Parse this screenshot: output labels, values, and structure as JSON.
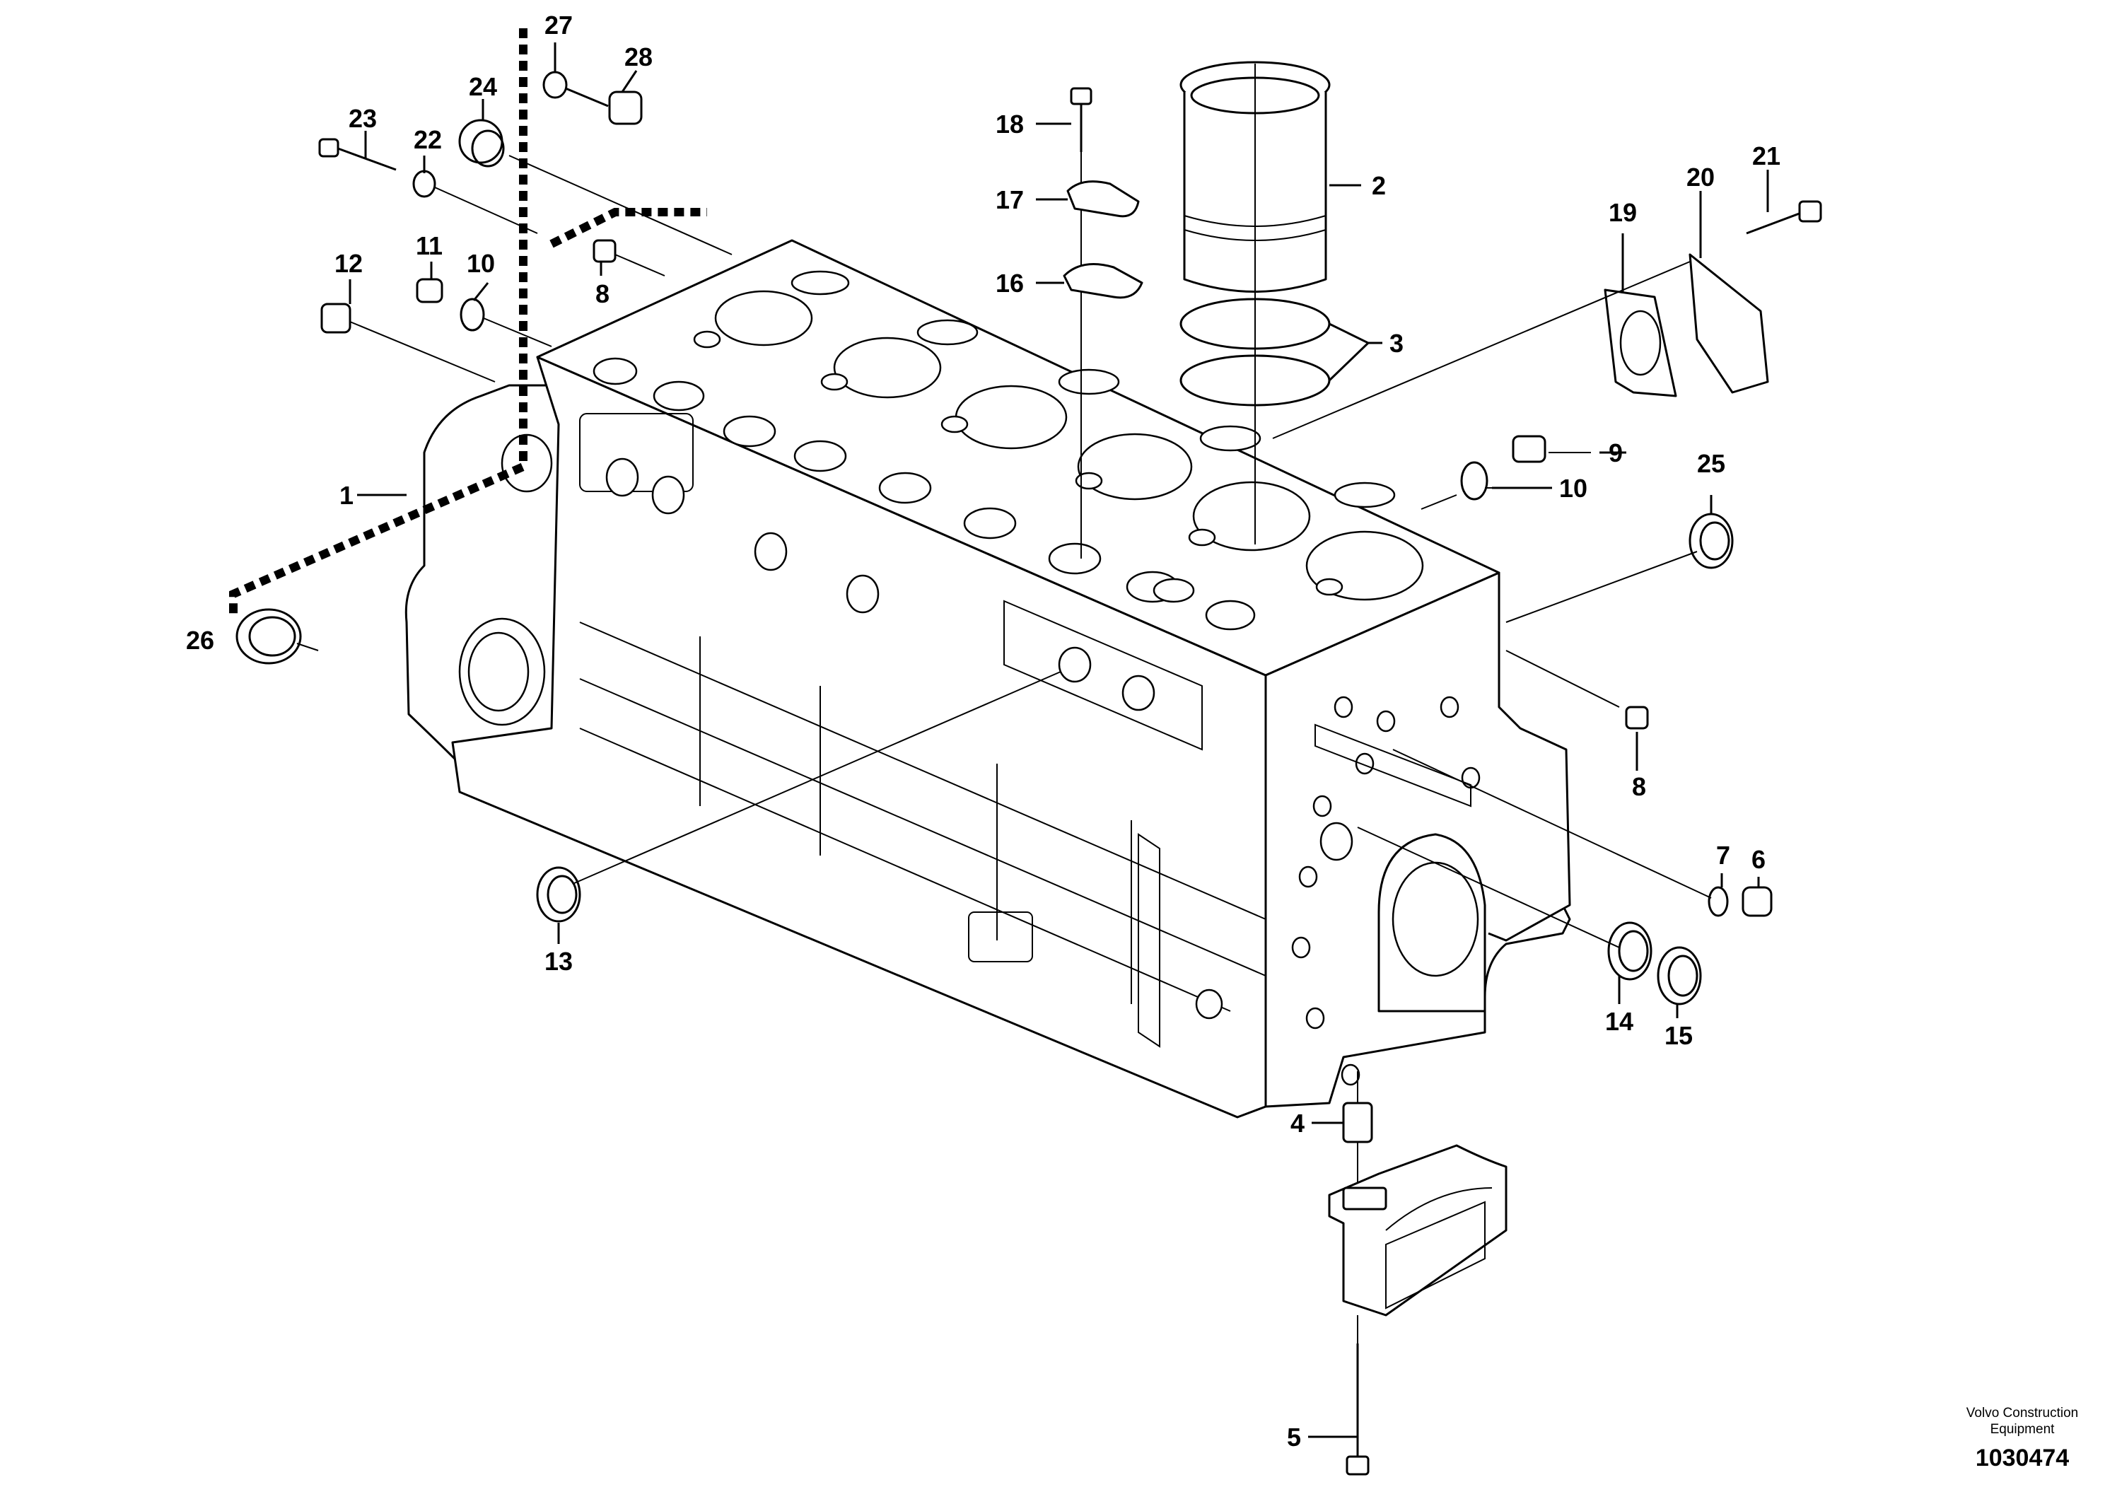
{
  "diagram": {
    "callouts": [
      {
        "id": "c1",
        "text": "1"
      },
      {
        "id": "c2",
        "text": "2"
      },
      {
        "id": "c3",
        "text": "3"
      },
      {
        "id": "c4",
        "text": "4"
      },
      {
        "id": "c5",
        "text": "5"
      },
      {
        "id": "c6",
        "text": "6"
      },
      {
        "id": "c7",
        "text": "7"
      },
      {
        "id": "c8a",
        "text": "8"
      },
      {
        "id": "c8b",
        "text": "8"
      },
      {
        "id": "c9",
        "text": "9"
      },
      {
        "id": "c10a",
        "text": "10"
      },
      {
        "id": "c10b",
        "text": "10"
      },
      {
        "id": "c11",
        "text": "11"
      },
      {
        "id": "c12",
        "text": "12"
      },
      {
        "id": "c13",
        "text": "13"
      },
      {
        "id": "c14",
        "text": "14"
      },
      {
        "id": "c15",
        "text": "15"
      },
      {
        "id": "c16",
        "text": "16"
      },
      {
        "id": "c17",
        "text": "17"
      },
      {
        "id": "c18",
        "text": "18"
      },
      {
        "id": "c19",
        "text": "19"
      },
      {
        "id": "c20",
        "text": "20"
      },
      {
        "id": "c21",
        "text": "21"
      },
      {
        "id": "c22",
        "text": "22"
      },
      {
        "id": "c23",
        "text": "23"
      },
      {
        "id": "c24",
        "text": "24"
      },
      {
        "id": "c25",
        "text": "25"
      },
      {
        "id": "c26",
        "text": "26"
      },
      {
        "id": "c27",
        "text": "27"
      },
      {
        "id": "c28",
        "text": "28"
      }
    ]
  },
  "credit": {
    "line1": "Volvo Construction",
    "line2": "Equipment",
    "figure_number": "1030474"
  }
}
